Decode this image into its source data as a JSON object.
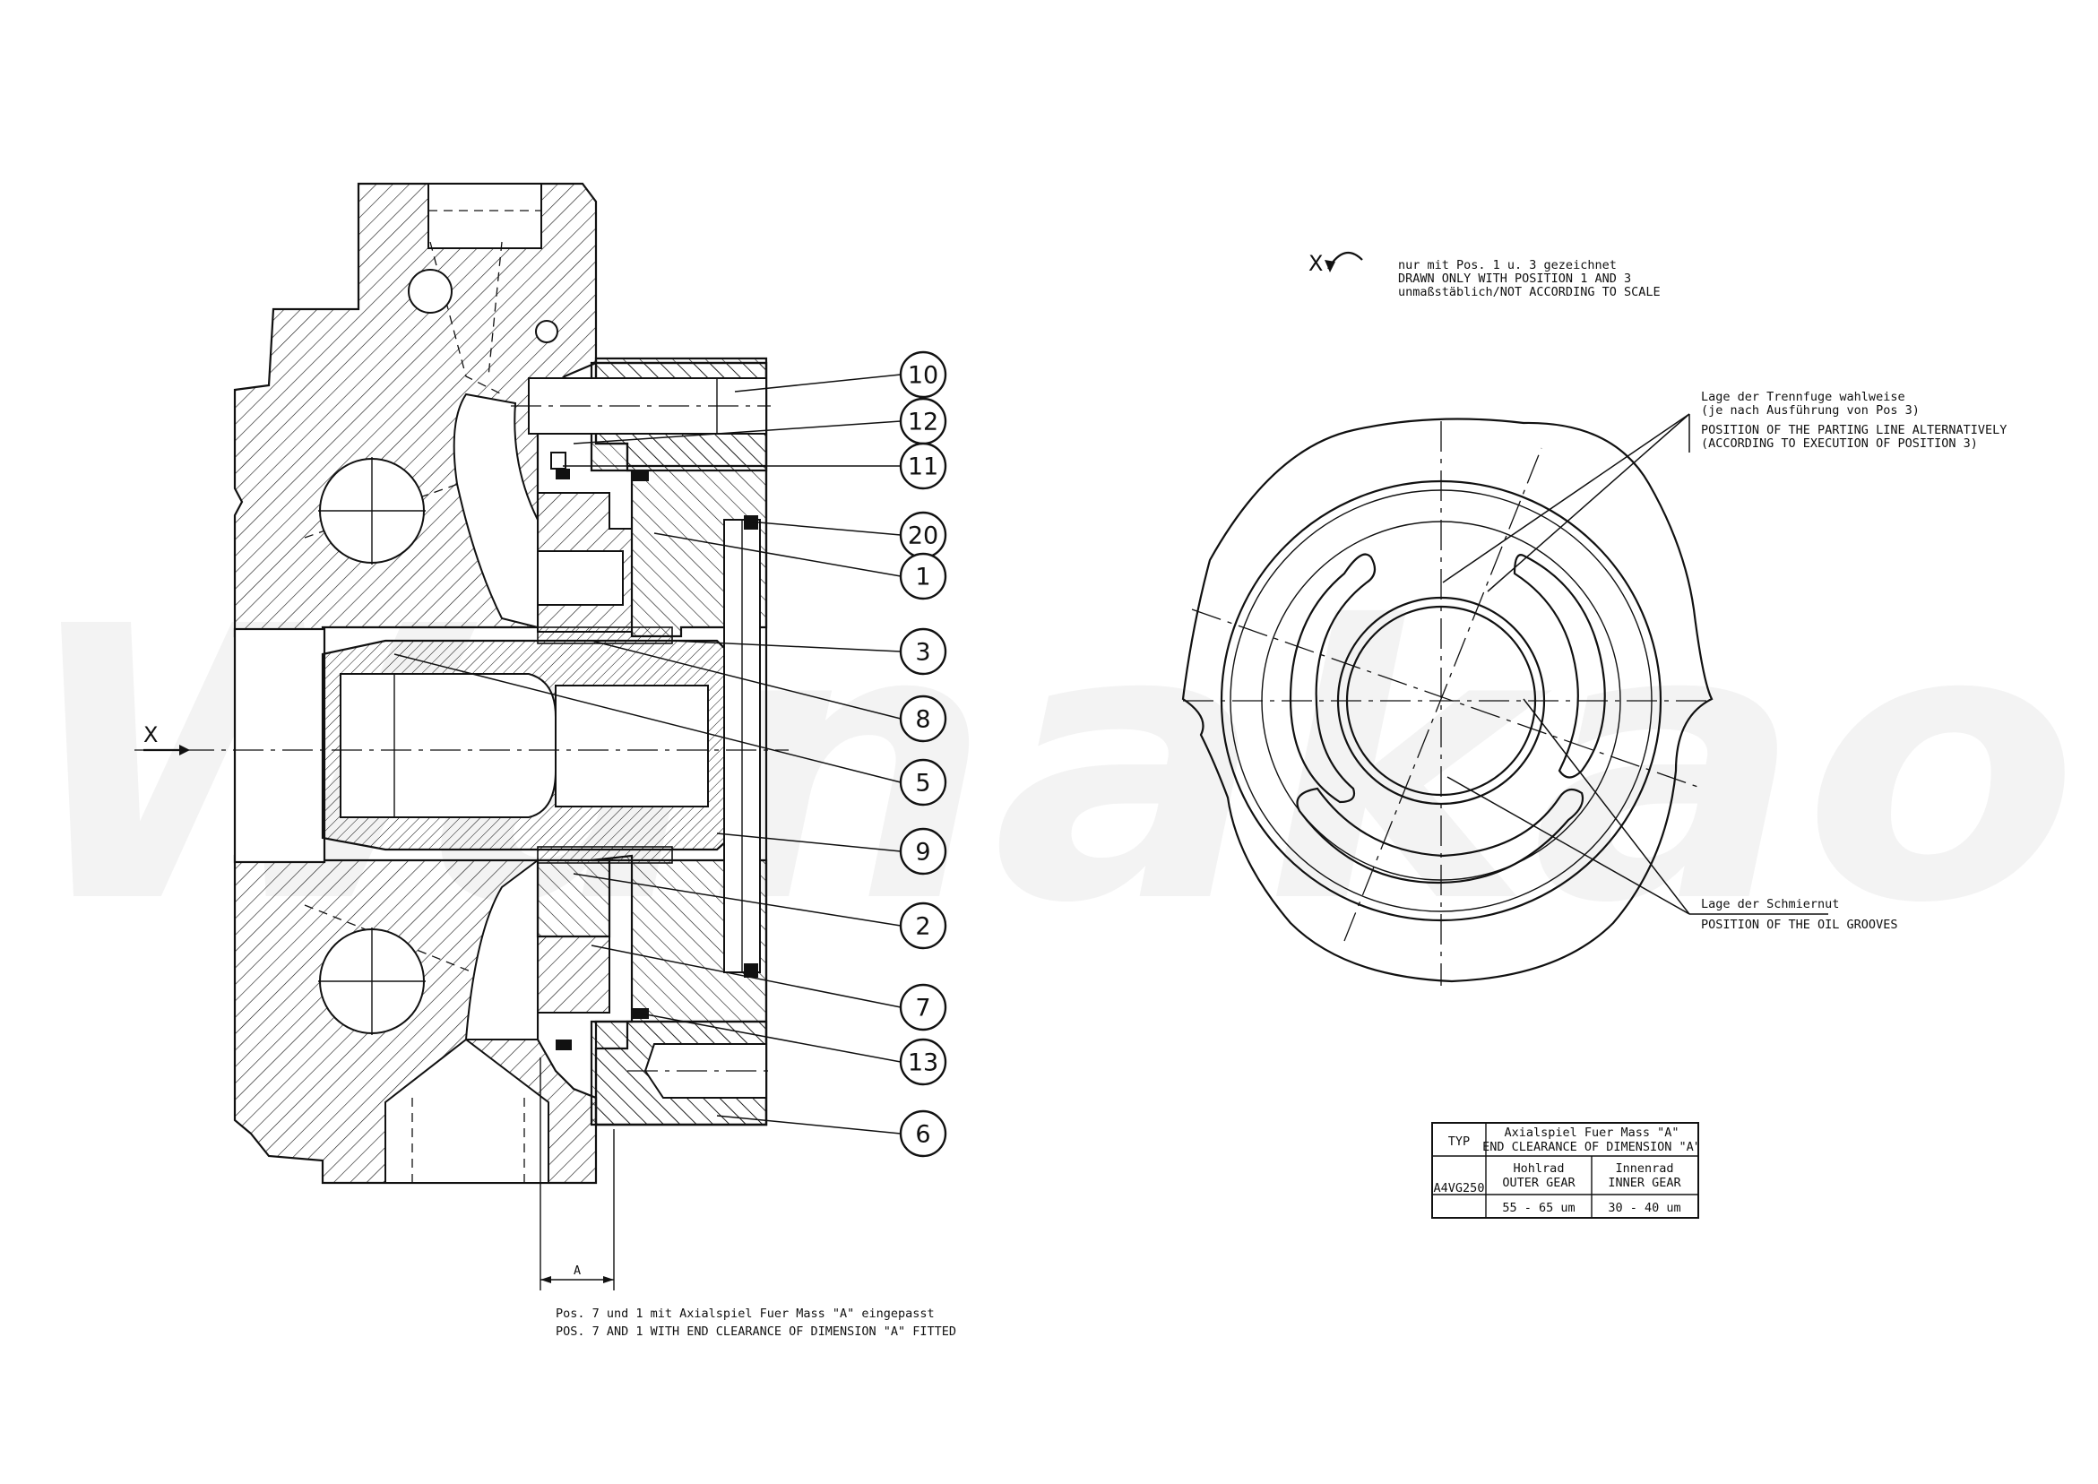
{
  "watermark": "Wanakao",
  "view_label": "X",
  "view_note": {
    "line1": "nur mit Pos. 1 u. 3 gezeichnet",
    "line2": "DRAWN ONLY WITH POSITION 1 AND 3",
    "line3": "unmaßstäblich/NOT ACCORDING TO SCALE"
  },
  "parting_note": {
    "line1": "Lage der Trennfuge wahlweise",
    "line2": "(je nach Ausführung von Pos 3)",
    "line3": "POSITION OF THE PARTING LINE ALTERNATIVELY",
    "line4": "(ACCORDING TO EXECUTION OF POSITION 3)"
  },
  "groove_note": {
    "line1": "Lage der Schmiernut",
    "line2": "POSITION OF THE OIL GROOVES"
  },
  "dimension_label": "A",
  "fit_note": {
    "line1": "Pos. 7 und 1 mit Axialspiel Fuer Mass \"A\" eingepasst",
    "line2": "POS. 7 AND 1 WITH END CLEARANCE OF DIMENSION \"A\" FITTED"
  },
  "positions": [
    "10",
    "12",
    "11",
    "20",
    "1",
    "3",
    "8",
    "5",
    "9",
    "2",
    "7",
    "13",
    "6"
  ],
  "table": {
    "typ_header": "TYP",
    "clear_header_1": "Axialspiel Fuer Mass \"A\"",
    "clear_header_2": "END CLEARANCE OF DIMENSION \"A\"",
    "outer_1": "Hohlrad",
    "outer_2": "OUTER GEAR",
    "inner_1": "Innenrad",
    "inner_2": "INNER GEAR",
    "type_value": "A4VG250",
    "outer_value": "55 - 65 um",
    "inner_value": "30 - 40 um"
  }
}
